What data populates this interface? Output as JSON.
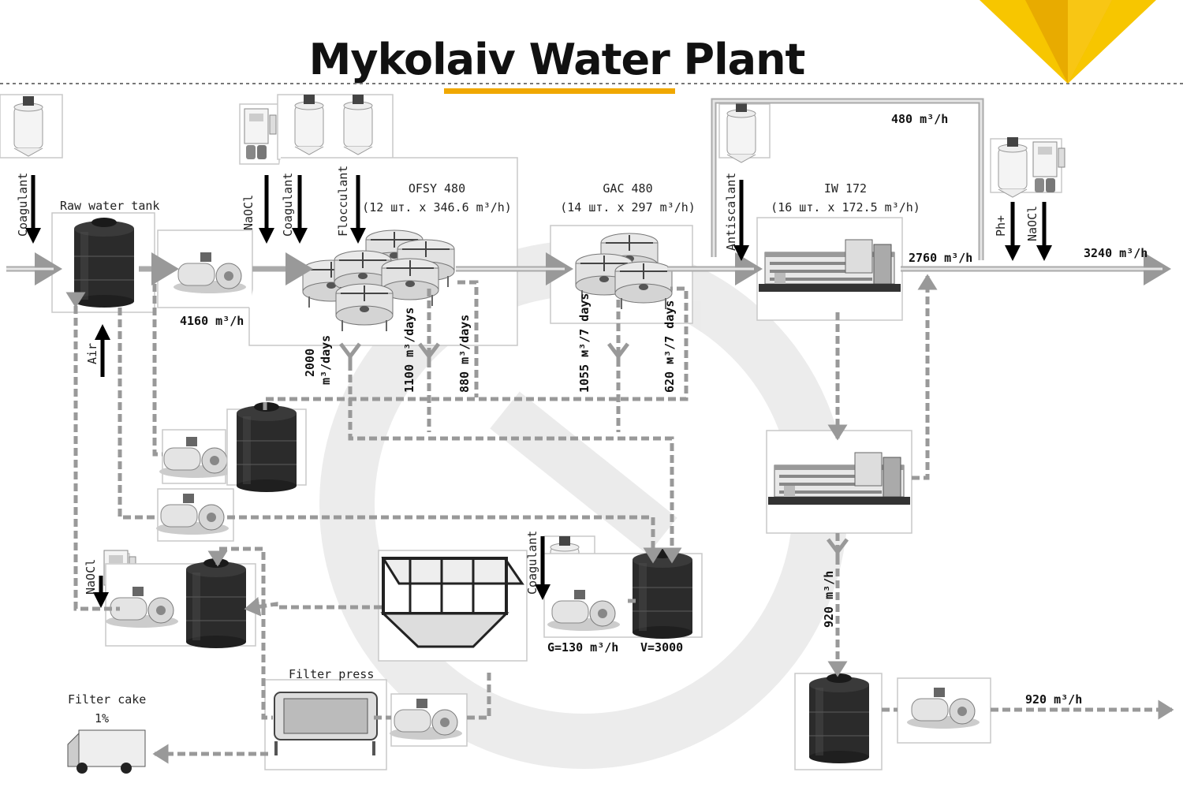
{
  "title": "Mykolaiv Water Plant",
  "colors": {
    "accent_underline": "#f0a800",
    "logo_yellow": "#f7c600",
    "logo_dark_yellow": "#e0a400"
  },
  "labels": {
    "coagulant_1": "Coagulant",
    "raw_water_tank": "Raw water tank",
    "naocl_1": "NaOCl",
    "coagulant_2": "Coagulant",
    "flocculant": "Flocculant",
    "ofsy_name": "OFSY 480",
    "ofsy_spec": "(12 шт. x 346.6 m³/h)",
    "gac_name": "GAC 480",
    "gac_spec": "(14 шт. x 297 m³/h)",
    "iw_name": "IW 172",
    "iw_spec": "(16 шт. x 172.5 m³/h)",
    "antiscalant": "Antiscalant",
    "flow_480": "480 m³/h",
    "flow_2760": "2760 m³/h",
    "ph_plus": "Ph+",
    "naocl_2": "NaOCl",
    "flow_3240": "3240 m³/h",
    "flow_4160": "4160 m³/h",
    "air": "Air",
    "days_2000_a": "2000",
    "days_2000_b": "m³/days",
    "days_1100": "1100 m³/days",
    "days_880": "880 m³/days",
    "days_1055": "1055 м³/7 days",
    "days_620": "620 м³/7 days",
    "flow_920_v": "920 m³/h",
    "naocl_3": "NaOCl",
    "coagulant_3": "Coagulant",
    "g_flow": "G=130 m³/h",
    "v_volume": "V=3000",
    "filter_press": "Filter press",
    "filter_cake": "Filter cake",
    "filter_cake_pct": "1%",
    "flow_920_h": "920 m³/h"
  }
}
